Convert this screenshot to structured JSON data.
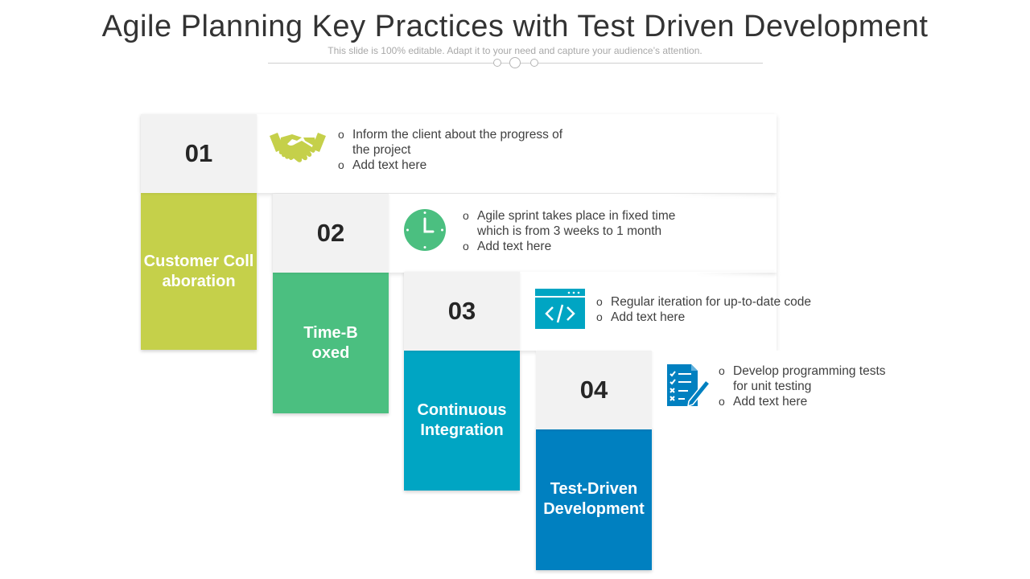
{
  "header": {
    "title": "Agile Planning Key Practices with Test Driven Development",
    "subtitle": "This slide is 100% editable. Adapt it to your need and capture your audience’s attention."
  },
  "steps": [
    {
      "number": "01",
      "label": "Customer Collaboration",
      "color": "#c5d04a",
      "icon": "handshake-icon",
      "bullets": [
        "Inform  the client about the progress of the project",
        "Add text here"
      ]
    },
    {
      "number": "02",
      "label": "Time-Boxed",
      "color": "#4bbf80",
      "icon": "clock-icon",
      "bullets": [
        "Agile sprint takes place in fixed time which is from 3 weeks to 1 month",
        "Add text here"
      ]
    },
    {
      "number": "03",
      "label": "Continuous Integration",
      "color": "#00a5c3",
      "icon": "code-window-icon",
      "bullets": [
        "Regular iteration for up-to-date code",
        "Add text here"
      ]
    },
    {
      "number": "04",
      "label": "Test-Driven Development",
      "color": "#0080c0",
      "icon": "test-document-icon",
      "bullets": [
        "Develop programming tests for unit testing",
        "Add text here"
      ]
    }
  ]
}
